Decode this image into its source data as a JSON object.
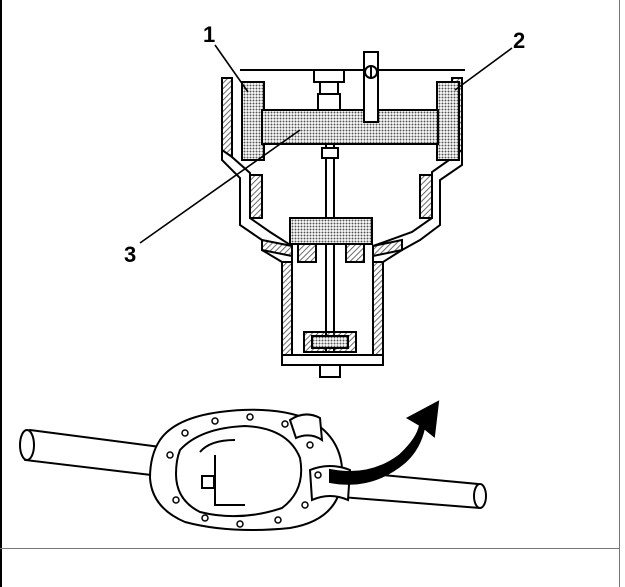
{
  "callouts": {
    "one": "1",
    "two": "2",
    "three": "3"
  },
  "colors": {
    "ink": "#000000",
    "paper": "#ffffff",
    "hatch": "#444444"
  }
}
